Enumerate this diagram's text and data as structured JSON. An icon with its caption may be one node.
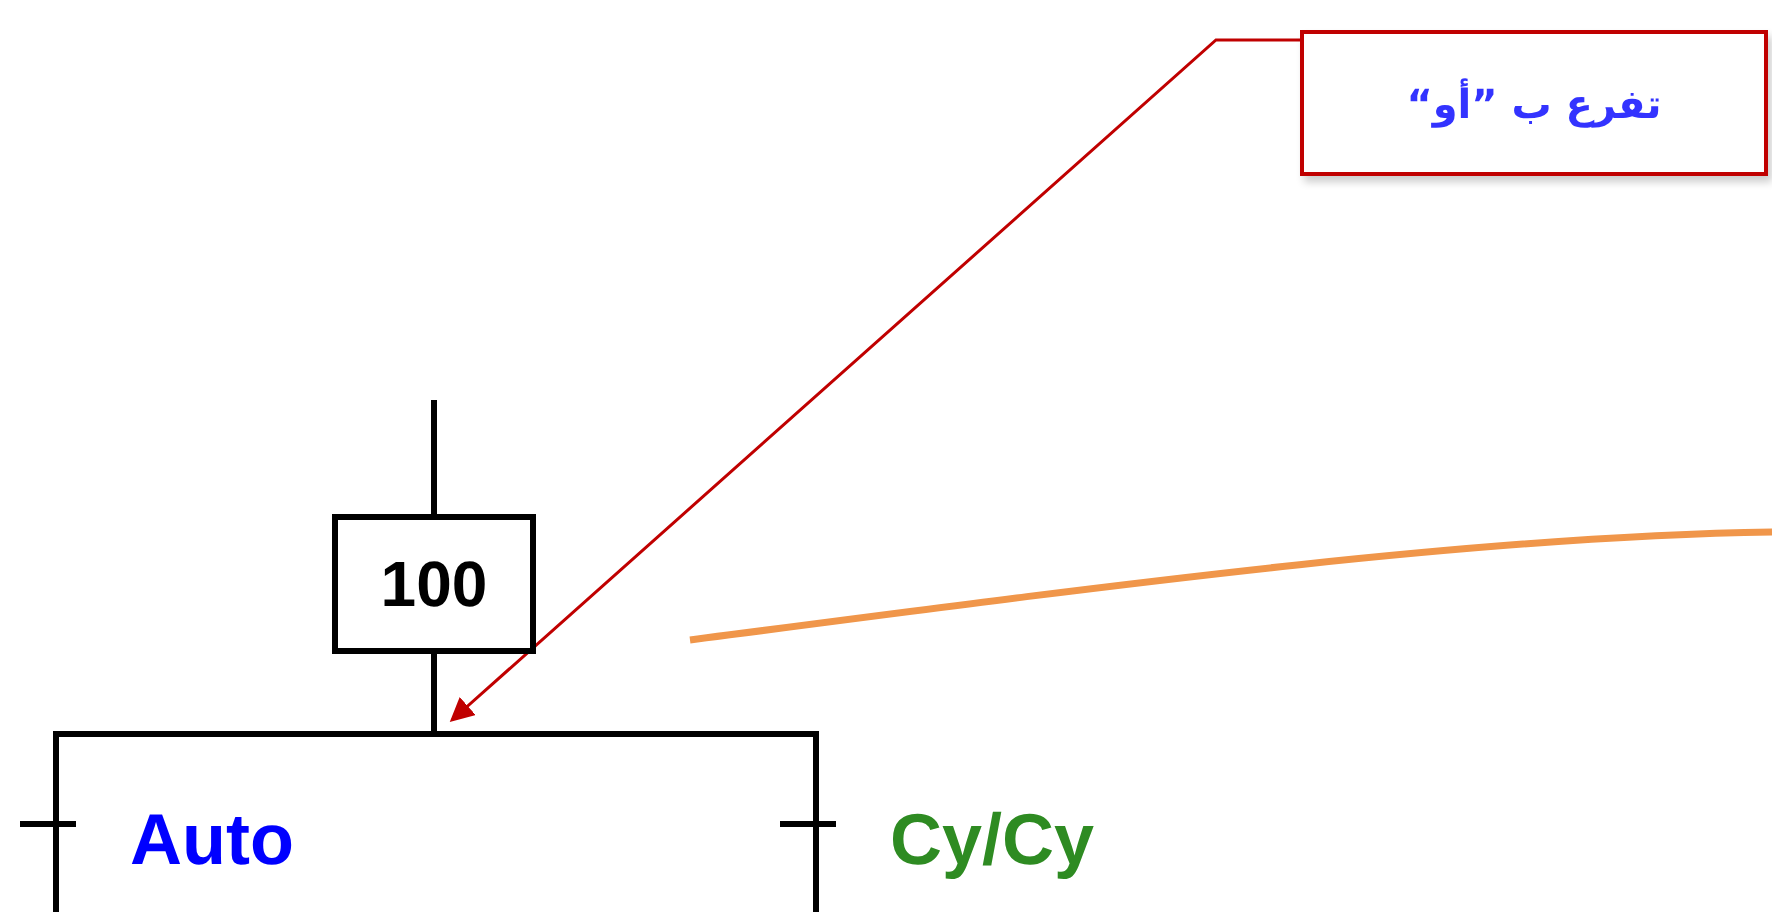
{
  "diagram": {
    "nodes": [
      {
        "text": [
          "100"
        ]
      },
      {
        "text": [
          "تفرع ب ”أو“"
        ]
      },
      {
        "text": [],
        "shape": "bar"
      }
    ],
    "edges": [
      {
        "from": null,
        "to": 0,
        "arrow": "none"
      },
      {
        "from": 0,
        "to": 2,
        "arrow": "none"
      },
      {
        "from": 1,
        "to": 2,
        "arrow": "to",
        "color": "#c00000"
      }
    ],
    "labels": [
      "Auto",
      "Cy/Cy"
    ]
  }
}
